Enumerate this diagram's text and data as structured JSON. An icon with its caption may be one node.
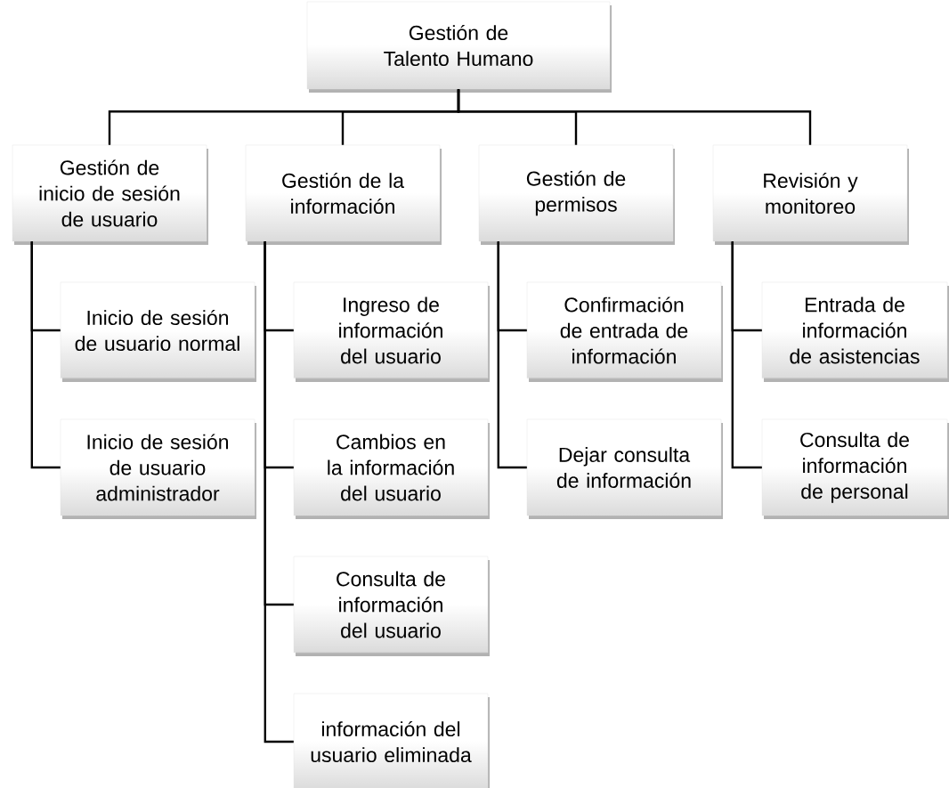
{
  "diagram": {
    "nodes": [
      {
        "text": [
          "Gestión de Talento Humano"
        ]
      },
      {
        "text": [
          "Gestión de inicio de sesión de usuario"
        ]
      },
      {
        "text": [
          "Gestión de la información"
        ]
      },
      {
        "text": [
          "Gestión de permisos"
        ]
      },
      {
        "text": [
          "Revisión y monitoreo"
        ]
      },
      {
        "text": [
          "Inicio de sesión de usuario normal"
        ]
      },
      {
        "text": [
          "Inicio de sesión de usuario administrador"
        ]
      },
      {
        "text": [
          "Ingreso de información del usuario"
        ]
      },
      {
        "text": [
          "Cambios en la información del usuario"
        ]
      },
      {
        "text": [
          "Consulta de información del usuario"
        ]
      },
      {
        "text": [
          "información del usuario eliminada"
        ]
      },
      {
        "text": [
          "Confirmación de entrada de información"
        ]
      },
      {
        "text": [
          "Dejar consulta de información"
        ]
      },
      {
        "text": [
          "Entrada de información de asistencias"
        ]
      },
      {
        "text": [
          "Consulta de información de personal"
        ]
      }
    ],
    "edges": [
      {
        "from": 0,
        "to": 1,
        "arrow": "none"
      },
      {
        "from": 0,
        "to": 2,
        "arrow": "none"
      },
      {
        "from": 0,
        "to": 3,
        "arrow": "none"
      },
      {
        "from": 0,
        "to": 4,
        "arrow": "none"
      },
      {
        "from": 1,
        "to": 5,
        "arrow": "none"
      },
      {
        "from": 1,
        "to": 6,
        "arrow": "none"
      },
      {
        "from": 2,
        "to": 7,
        "arrow": "none"
      },
      {
        "from": 2,
        "to": 8,
        "arrow": "none"
      },
      {
        "from": 2,
        "to": 9,
        "arrow": "none"
      },
      {
        "from": 2,
        "to": 10,
        "arrow": "none"
      },
      {
        "from": 3,
        "to": 11,
        "arrow": "none"
      },
      {
        "from": 3,
        "to": 12,
        "arrow": "none"
      },
      {
        "from": 4,
        "to": 13,
        "arrow": "none"
      },
      {
        "from": 4,
        "to": 14,
        "arrow": "none"
      }
    ]
  }
}
